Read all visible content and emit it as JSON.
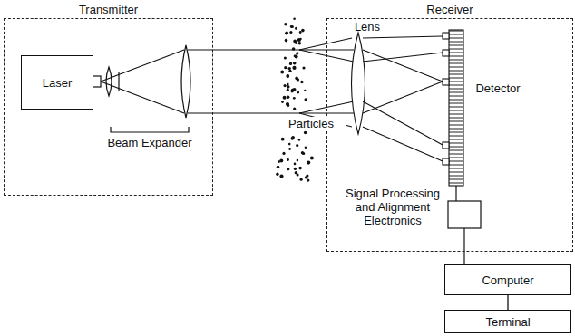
{
  "diagram": {
    "nodes": [
      {
        "text": [
          "Transmitter"
        ]
      },
      {
        "text": [
          "Laser"
        ],
        "in": 0
      },
      {
        "text": [
          "Receiver"
        ]
      },
      {
        "text": [
          "Computer"
        ]
      },
      {
        "text": [
          "Terminal"
        ]
      }
    ],
    "edges": [
      {
        "from": 3,
        "to": 4,
        "arrow": "none"
      }
    ],
    "labels": [
      "Beam Expander",
      "Particles",
      "Lens",
      "Detector",
      "Signal Processing and Alignment Electronics"
    ]
  }
}
